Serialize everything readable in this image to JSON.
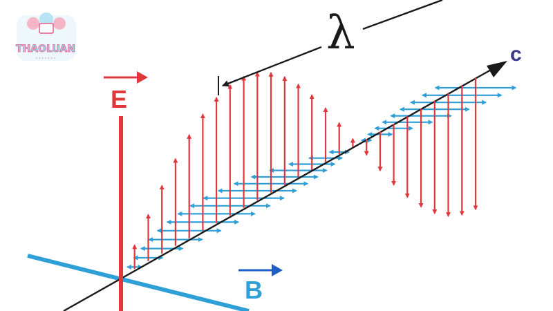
{
  "logo": {
    "text": "THAOLUAN",
    "subtext": "· · · · · · ·"
  },
  "labels": {
    "e_field": "E",
    "b_field": "B",
    "propagation": "c",
    "wavelength": "λ"
  },
  "colors": {
    "e_red": "#e0373c",
    "b_blue": "#2f9fd8",
    "b_label": "#1f5fc4",
    "axis": "#1a1a1a",
    "c_label": "#3a3a8c",
    "logo_fill": "#9fd7ef",
    "logo_stroke": "#e35a86"
  },
  "icons": {
    "logo": "thaoluan-logo",
    "e_vector_arrow": "arrow-right-icon",
    "b_vector_arrow": "arrow-right-icon",
    "c_arrow": "arrowhead-icon"
  }
}
